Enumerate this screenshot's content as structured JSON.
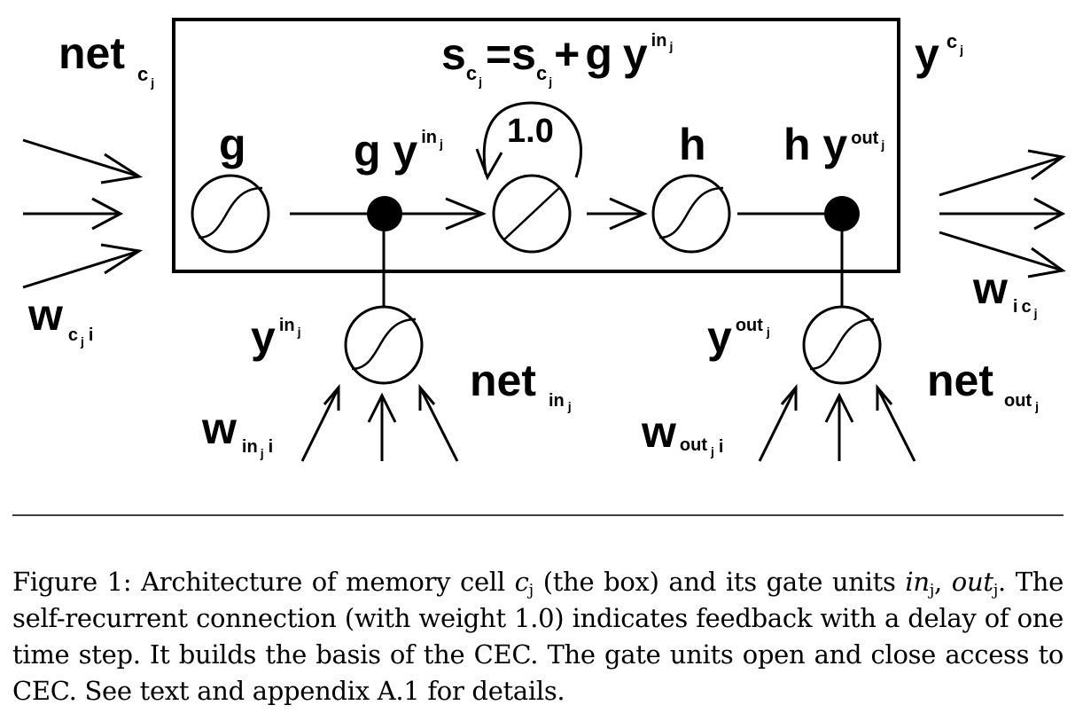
{
  "labels": {
    "net_cj": {
      "main": "net",
      "sub": "c",
      "subsub": "j"
    },
    "state_eq": {
      "s1": "s",
      "c1": "c",
      "j1": "j",
      "eq": "=",
      "s2": "s",
      "c2": "c",
      "j2": "j",
      "plus": "+",
      "g": "g",
      "y": "y",
      "in": "in",
      "j3": "j"
    },
    "y_cj": {
      "main": "y",
      "sup": "c",
      "supsub": "j"
    },
    "g": "g",
    "gy_in": {
      "main": "g y",
      "sup": "in",
      "supsub": "j"
    },
    "weight": "1.0",
    "h": "h",
    "hy_out": {
      "main": "h y",
      "sup": "out",
      "supsub": "j"
    },
    "w_cji": {
      "main": "w",
      "c": "c",
      "j": "j",
      "i": "i"
    },
    "y_in": {
      "main": "y",
      "sup": "in",
      "supsub": "j"
    },
    "net_in": {
      "main": "net",
      "sub": "in",
      "subsub": "j"
    },
    "w_inji": {
      "main": "w",
      "in": "in",
      "j": "j",
      "i": "i"
    },
    "w_icj": {
      "main": "w",
      "i": "i",
      "c": "c",
      "j": "j"
    },
    "y_out": {
      "main": "y",
      "sup": "out",
      "supsub": "j"
    },
    "net_out": {
      "main": "net",
      "sub": "out",
      "subsub": "j"
    },
    "w_outji": {
      "main": "w",
      "out": "out",
      "j": "j",
      "i": "i"
    }
  },
  "caption": {
    "p1": "Figure 1:  Architecture of memory cell ",
    "c": "c",
    "j1": "j",
    "p2": " (the box) and its gate units ",
    "in": "in",
    "j2": "j",
    "comma": ", ",
    "out": "out",
    "j3": "j",
    "p3": ". The self-recurrent connection (with weight 1.0) indicates feedback with a delay of one time step. It builds the basis of the CEC. The gate units open and close access to CEC. See text and appendix A.1 for details."
  }
}
